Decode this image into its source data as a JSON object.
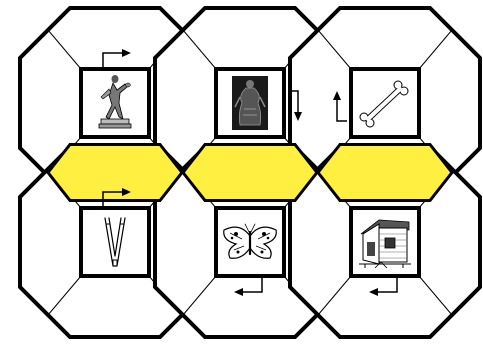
{
  "board": {
    "colors": {
      "outline": "#000000",
      "cell_fill": "#ffffff",
      "connector_fill": "#ffef40"
    },
    "rows": [
      [
        {
          "picture": "discus-thrower-statue-icon",
          "arrow": "right"
        },
        {
          "picture": "dark-figurine-icon",
          "arrow": "down"
        },
        {
          "picture": "bone-icon",
          "arrow": "up"
        }
      ],
      [
        {
          "picture": "tweezers-letter-w-icon",
          "arrow": "right"
        },
        {
          "picture": "butterfly-icon",
          "arrow": "left"
        },
        {
          "picture": "wooden-cabin-icon",
          "arrow": "left"
        }
      ]
    ],
    "connectors": 3
  }
}
